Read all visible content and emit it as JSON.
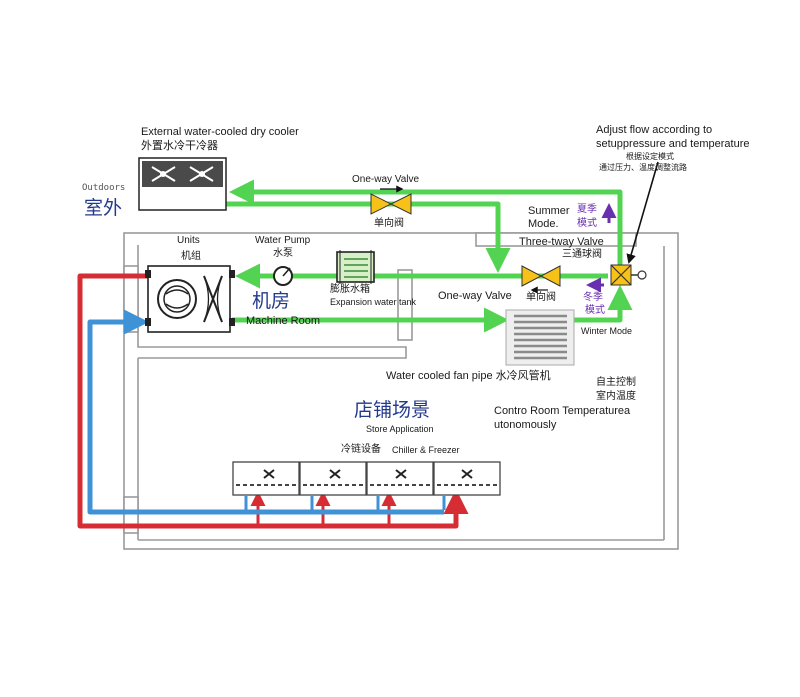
{
  "colors": {
    "green": "#52d452",
    "red": "#d62d35",
    "blue": "#3f92d6",
    "purple": "#6a2fb0",
    "valve": "#f6c21a",
    "wall": "#9a9a9a"
  },
  "outdoor": {
    "cooler_title_en": "External water-cooled dry cooler",
    "cooler_title_zh": "外置水冷干冷器",
    "label_en": "Outdoors",
    "label_zh": "室外"
  },
  "valve_top": {
    "label_en": "One-way Valve",
    "label_zh": "单向阀"
  },
  "machine_room": {
    "units_en": "Units",
    "units_zh": "机组",
    "pump_en": "Water Pump",
    "pump_zh": "水泵",
    "tank_zh": "膨胀水箱",
    "tank_en": "Expansion water tank",
    "room_zh": "机房",
    "room_en": "Machine Room"
  },
  "three_way": {
    "note_en_1": "Adjust flow according to",
    "note_en_2": "setuppressure and temperature",
    "note_zh_1": "根据设定模式",
    "note_zh_2": "通过压力、温度调整流路",
    "label_en": "Three-tway Valve",
    "label_zh": "三通球阀"
  },
  "summer": {
    "en_1": "Summer",
    "en_2": "Mode.",
    "zh_1": "夏季",
    "zh_2": "模式"
  },
  "winter": {
    "zh_1": "冬季",
    "zh_2": "模式",
    "en": "Winter Mode"
  },
  "valve_mid": {
    "label_en": "One-way Valve",
    "label_zh": "单向阀"
  },
  "fan_pipe": {
    "label": "Water cooled fan pipe 水冷风管机",
    "ctrl_zh_1": "自主控制",
    "ctrl_zh_2": "室内温度",
    "ctrl_en_1": "Contro Room Temperaturea",
    "ctrl_en_2": "utonomously"
  },
  "store": {
    "title_zh": "店铺场景",
    "title_en": "Store Application",
    "chiller_zh": "冷链设备",
    "chiller_en": "Chiller & Freezer"
  }
}
